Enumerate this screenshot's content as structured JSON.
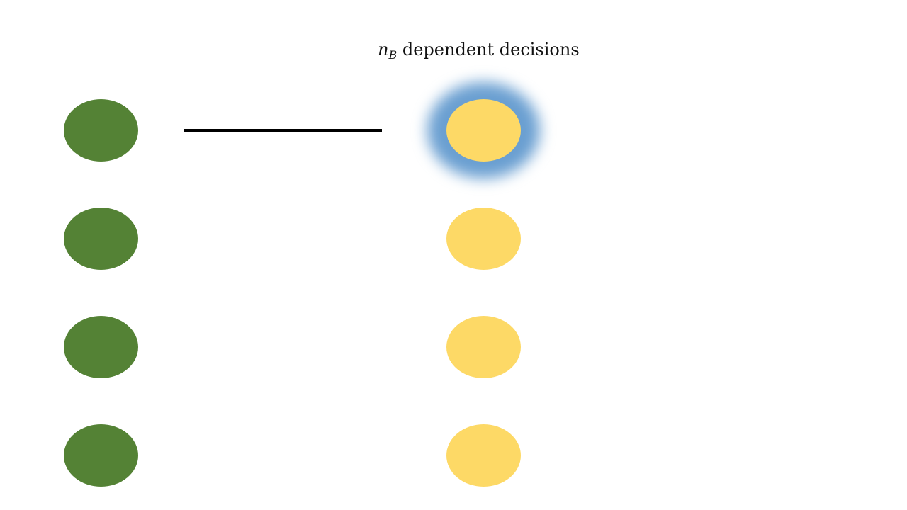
{
  "title": {
    "variable": "n",
    "subscript": "B",
    "text": " dependent decisions"
  },
  "colors": {
    "left_node": "#548235",
    "right_node": "#fdd966",
    "highlight_glow": "#6a9fd1",
    "edge": "#000000"
  },
  "left_nodes": [
    {
      "id": "A1"
    },
    {
      "id": "A2"
    },
    {
      "id": "A3"
    },
    {
      "id": "A4"
    }
  ],
  "right_nodes": [
    {
      "id": "B1",
      "highlighted": true
    },
    {
      "id": "B2",
      "highlighted": false
    },
    {
      "id": "B3",
      "highlighted": false
    },
    {
      "id": "B4",
      "highlighted": false
    }
  ]
}
